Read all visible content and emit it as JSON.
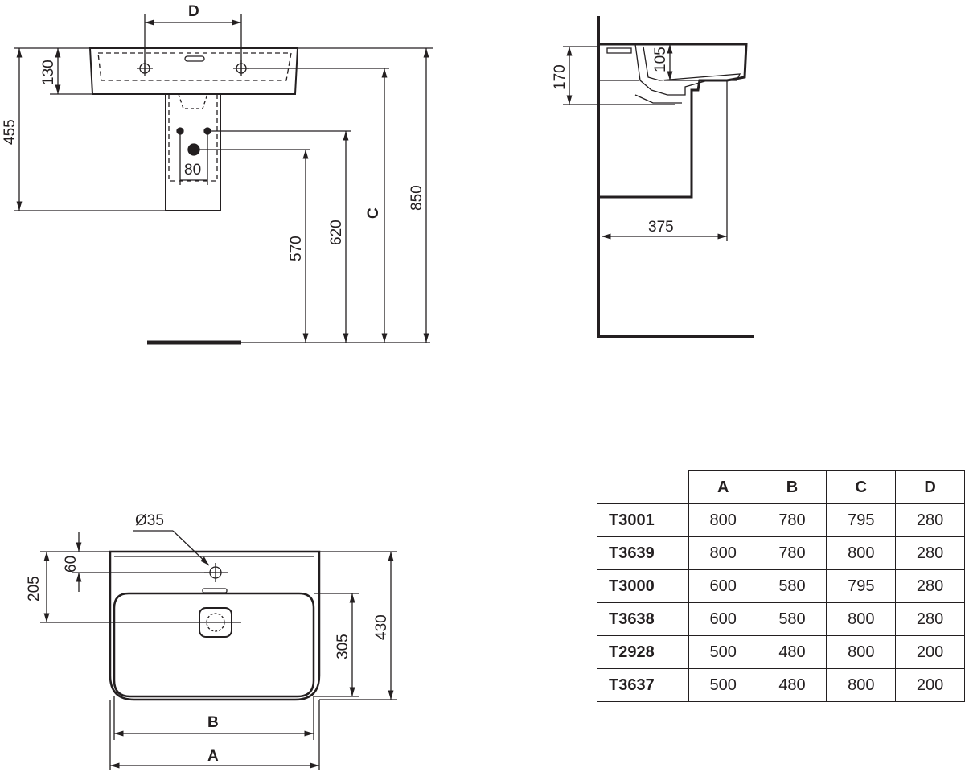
{
  "front_view": {
    "dim_d": "D",
    "dim_130": "130",
    "dim_455": "455",
    "dim_80": "80",
    "dim_570": "570",
    "dim_620": "620",
    "dim_c": "C",
    "dim_850": "850"
  },
  "side_view": {
    "dim_170": "170",
    "dim_105": "105",
    "dim_375": "375"
  },
  "top_view": {
    "dim_hole": "Ø35",
    "dim_60": "60",
    "dim_205": "205",
    "dim_305": "305",
    "dim_430": "430",
    "dim_b": "B",
    "dim_a": "A"
  },
  "table": {
    "headers": [
      "A",
      "B",
      "C",
      "D"
    ],
    "rows": [
      {
        "code": "T3001",
        "values": [
          "800",
          "780",
          "795",
          "280"
        ]
      },
      {
        "code": "T3639",
        "values": [
          "800",
          "780",
          "800",
          "280"
        ]
      },
      {
        "code": "T3000",
        "values": [
          "600",
          "580",
          "795",
          "280"
        ]
      },
      {
        "code": "T3638",
        "values": [
          "600",
          "580",
          "800",
          "280"
        ]
      },
      {
        "code": "T2928",
        "values": [
          "500",
          "480",
          "800",
          "200"
        ]
      },
      {
        "code": "T3637",
        "values": [
          "500",
          "480",
          "800",
          "200"
        ]
      }
    ]
  }
}
